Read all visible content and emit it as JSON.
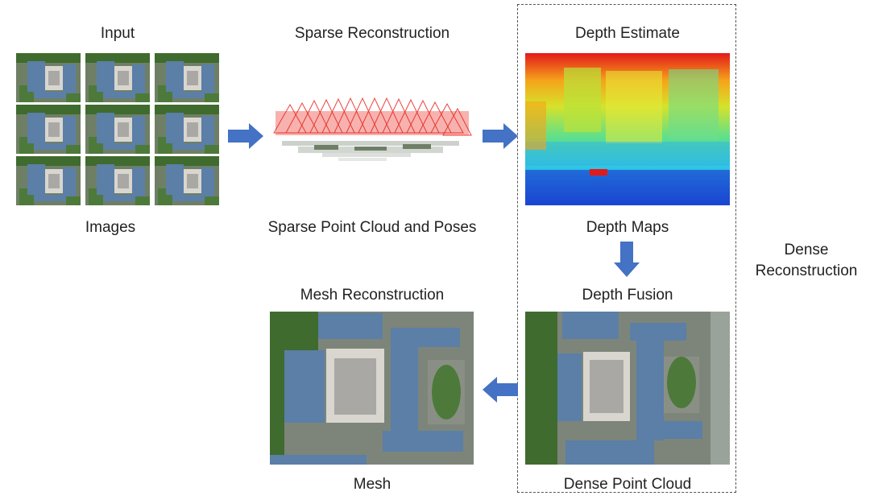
{
  "labels": {
    "input": "Input",
    "images": "Images",
    "sparse_reconstruction": "Sparse Reconstruction",
    "sparse_point_cloud": "Sparse Point Cloud and Poses",
    "depth_estimate": "Depth Estimate",
    "depth_maps": "Depth Maps",
    "depth_fusion": "Depth Fusion",
    "dense_point_cloud": "Dense Point Cloud",
    "mesh_reconstruction": "Mesh Reconstruction",
    "mesh": "Mesh",
    "dense_reconstruction_line1": "Dense",
    "dense_reconstruction_line2": "Reconstruction"
  },
  "colors": {
    "arrow": "#4472c4",
    "camera_frustum": "#e8231a",
    "roof": "#5b7fa6",
    "vegetation": "#3f6b2e"
  }
}
